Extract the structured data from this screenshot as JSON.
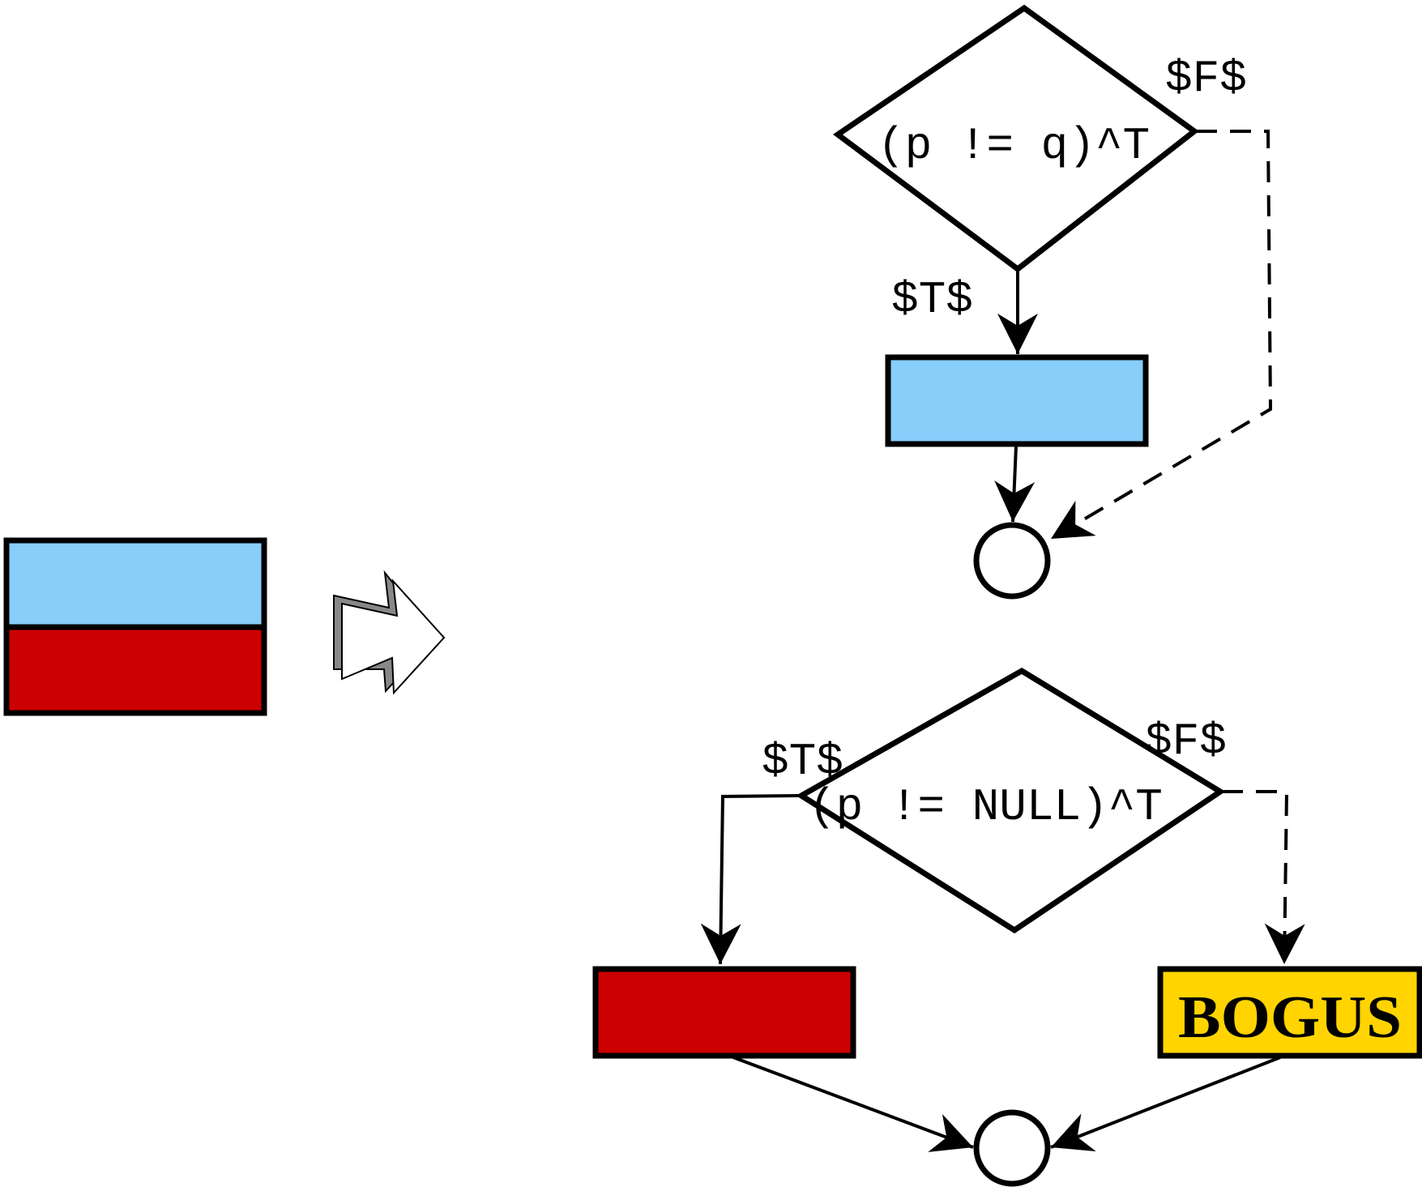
{
  "colors": {
    "stroke": "#000000",
    "blue_block": "#87CEFA",
    "red_block": "#CC0000",
    "bogus_block": "#FFD400",
    "arrow_shadow": "#888888",
    "background": "#FFFFFF"
  },
  "icons": {
    "transform_arrow": "right-arrow-icon"
  },
  "top_flow": {
    "condition": "(p != q)^T",
    "true_label": "$T$",
    "false_label": "$F$"
  },
  "bottom_flow": {
    "condition": "(p != NULL)^T",
    "true_label": "$T$",
    "false_label": "$F$",
    "bogus_label": "BOGUS"
  }
}
